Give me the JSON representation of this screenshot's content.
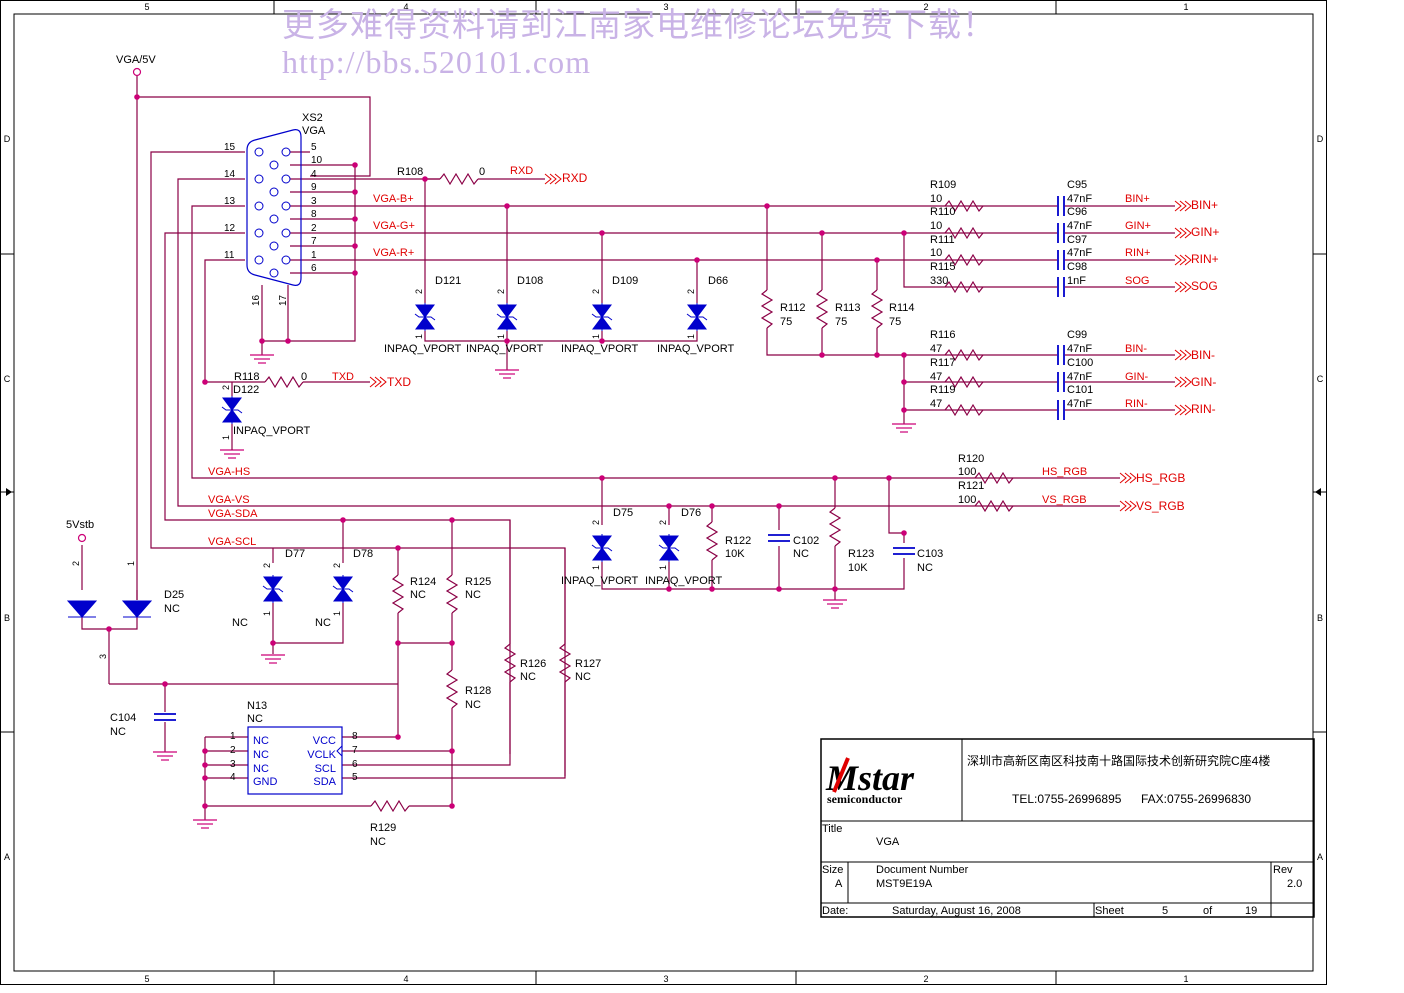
{
  "watermark": {
    "line1": "更多难得资料请到江南家电维修论坛免费下载！",
    "line2": "http://bbs.520101.com"
  },
  "colors": {
    "wire": "#8b0046",
    "text_black": "#000000",
    "net_red": "#e00000",
    "symbol_blue": "#0000cc",
    "ground": "#cc0077",
    "border": "#000000",
    "watermark": "#c9b3e6"
  },
  "border": {
    "top_cols": [
      "5",
      "4",
      "3",
      "2",
      "1"
    ],
    "bottom_cols": [
      "5",
      "4",
      "3",
      "2",
      "1"
    ],
    "rows": [
      "D",
      "C",
      "B",
      "A"
    ]
  },
  "power": {
    "vga5v": "VGA/5V",
    "v5stb": "5Vstb"
  },
  "connector": {
    "ref": "XS2",
    "value": "VGA",
    "pins_left": [
      "15",
      "14",
      "13",
      "12",
      "11"
    ],
    "pins_right": [
      "5",
      "10",
      "4",
      "9",
      "3",
      "8",
      "2",
      "7",
      "1",
      "6"
    ],
    "pins_bottom": [
      "16",
      "17"
    ]
  },
  "nets": {
    "vga_b": "VGA-B+",
    "vga_g": "VGA-G+",
    "vga_r": "VGA-R+",
    "vga_hs": "VGA-HS",
    "vga_vs": "VGA-VS",
    "vga_sda": "VGA-SDA",
    "vga_scl": "VGA-SCL",
    "rxd": "RXD",
    "txd": "TXD",
    "bin_p": "BIN+",
    "gin_p": "GIN+",
    "rin_p": "RIN+",
    "sog": "SOG",
    "bin_m": "BIN-",
    "gin_m": "GIN-",
    "rin_m": "RIN-",
    "hs_rgb": "HS_RGB",
    "vs_rgb": "VS_RGB"
  },
  "parts": {
    "r108": {
      "ref": "R108",
      "val": "0"
    },
    "r118": {
      "ref": "R118",
      "val": "0"
    },
    "r109": {
      "ref": "R109",
      "val": "10"
    },
    "r110": {
      "ref": "R110",
      "val": "10"
    },
    "r111": {
      "ref": "R111",
      "val": "10"
    },
    "r115": {
      "ref": "R115",
      "val": "330"
    },
    "r112": {
      "ref": "R112",
      "val": "75"
    },
    "r113": {
      "ref": "R113",
      "val": "75"
    },
    "r114": {
      "ref": "R114",
      "val": "75"
    },
    "r116": {
      "ref": "R116",
      "val": "47"
    },
    "r117": {
      "ref": "R117",
      "val": "47"
    },
    "r119": {
      "ref": "R119",
      "val": "47"
    },
    "r120": {
      "ref": "R120",
      "val": "100"
    },
    "r121": {
      "ref": "R121",
      "val": "100"
    },
    "r122": {
      "ref": "R122",
      "val": "10K"
    },
    "r123": {
      "ref": "R123",
      "val": "10K"
    },
    "r124": {
      "ref": "R124",
      "val": "NC"
    },
    "r125": {
      "ref": "R125",
      "val": "NC"
    },
    "r126": {
      "ref": "R126",
      "val": "NC"
    },
    "r127": {
      "ref": "R127",
      "val": "NC"
    },
    "r128": {
      "ref": "R128",
      "val": "NC"
    },
    "r129": {
      "ref": "R129",
      "val": "NC"
    },
    "c95": {
      "ref": "C95",
      "val": "47nF"
    },
    "c96": {
      "ref": "C96",
      "val": "47nF"
    },
    "c97": {
      "ref": "C97",
      "val": "47nF"
    },
    "c98": {
      "ref": "C98",
      "val": "1nF"
    },
    "c99": {
      "ref": "C99",
      "val": "47nF"
    },
    "c100": {
      "ref": "C100",
      "val": "47nF"
    },
    "c101": {
      "ref": "C101",
      "val": "47nF"
    },
    "c102": {
      "ref": "C102",
      "val": "NC"
    },
    "c103": {
      "ref": "C103",
      "val": "NC"
    },
    "c104": {
      "ref": "C104",
      "val": "NC"
    },
    "d121": {
      "ref": "D121",
      "val": "INPAQ_VPORT"
    },
    "d108": {
      "ref": "D108",
      "val": "INPAQ_VPORT"
    },
    "d109": {
      "ref": "D109",
      "val": "INPAQ_VPORT"
    },
    "d66": {
      "ref": "D66",
      "val": "INPAQ_VPORT"
    },
    "d122": {
      "ref": "D122",
      "val": "INPAQ_VPORT"
    },
    "d75": {
      "ref": "D75",
      "val": "INPAQ_VPORT"
    },
    "d76": {
      "ref": "D76",
      "val": "INPAQ_VPORT"
    },
    "d77": {
      "ref": "D77",
      "val": "NC"
    },
    "d78": {
      "ref": "D78",
      "val": "NC"
    },
    "d25": {
      "ref": "D25",
      "val": "NC"
    },
    "n13": {
      "ref": "N13",
      "val": "NC",
      "left": [
        "NC",
        "NC",
        "NC",
        "GND"
      ],
      "right": [
        "VCC",
        "VCLK",
        "SCL",
        "SDA"
      ],
      "lpins": [
        "1",
        "2",
        "3",
        "4"
      ],
      "rpins": [
        "8",
        "7",
        "6",
        "5"
      ]
    }
  },
  "pin_numbers": {
    "one": "1",
    "two": "2",
    "three": "3"
  },
  "title_block": {
    "logo_main": "Mstar",
    "logo_sub": "semiconductor",
    "address": "深圳市高新区南区科技南十路国际技术创新研究院C座4楼",
    "tel": "TEL:0755-26996895",
    "fax": "FAX:0755-26996830",
    "title_label": "Title",
    "title_value": "VGA",
    "size_label": "Size",
    "size_value": "A",
    "docnum_label": "Document Number",
    "docnum_value": "MST9E19A",
    "rev_label": "Rev",
    "rev_value": "2.0",
    "date_label": "Date:",
    "date_value": "Saturday, August 16, 2008",
    "sheet_label": "Sheet",
    "sheet_value": "5",
    "of_label": "of",
    "sheet_total": "19"
  }
}
